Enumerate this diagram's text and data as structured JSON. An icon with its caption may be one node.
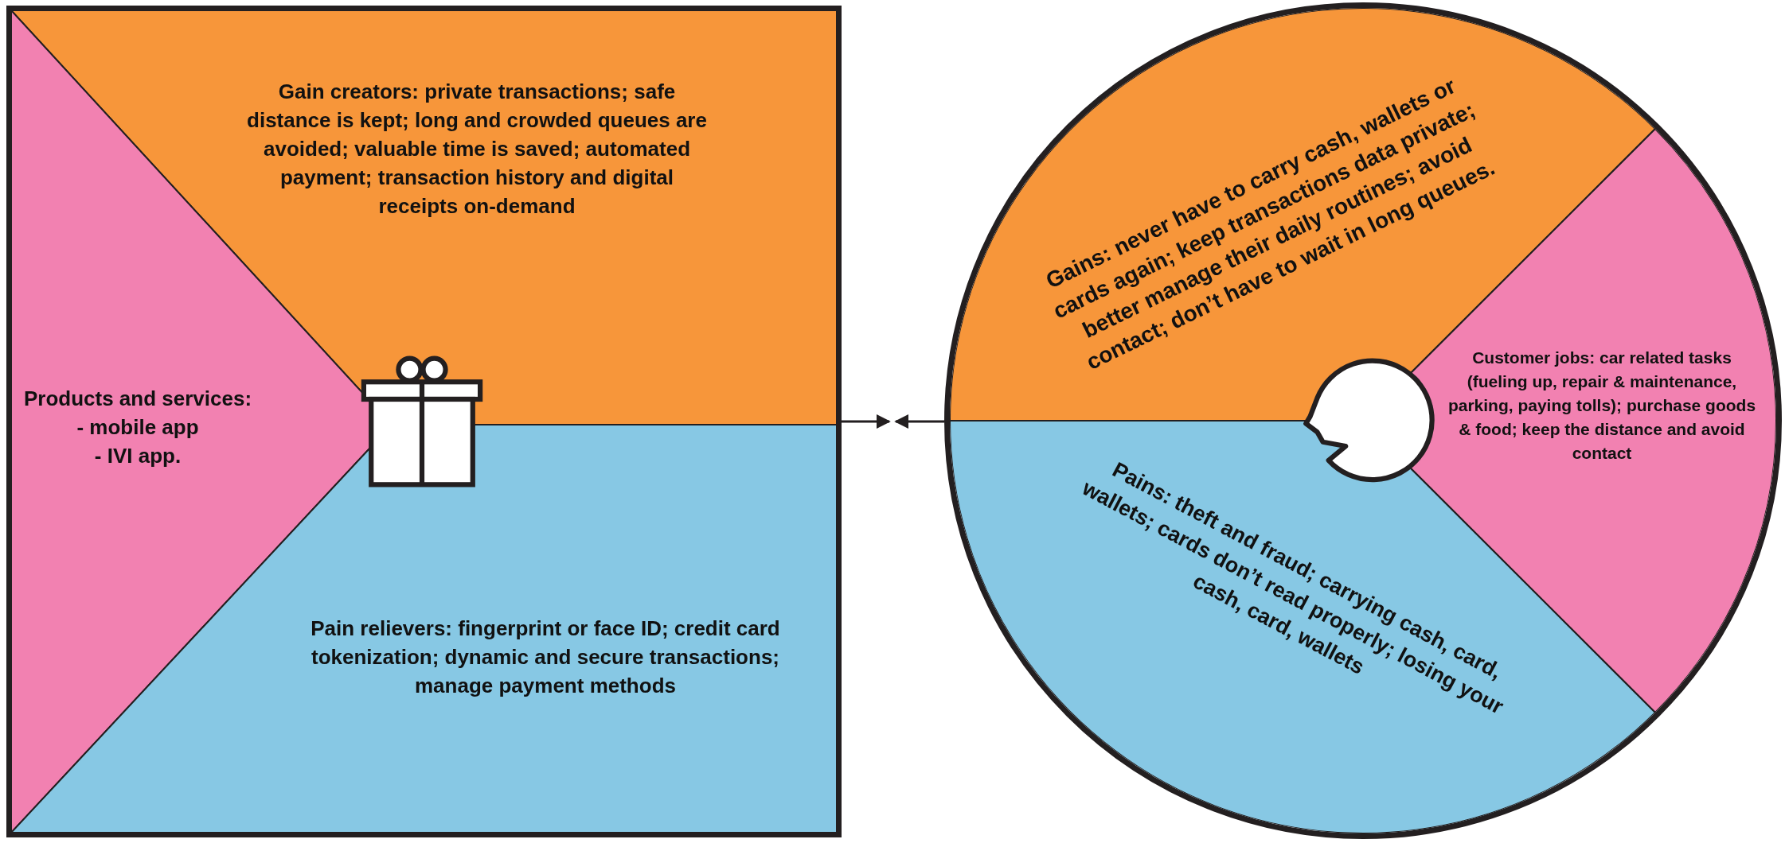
{
  "diagram": {
    "nodes": [
      {
        "text": [],
        "shape": "box"
      },
      {
        "text": [
          "Gain creators: private transactions; safe distance is kept; long and crowded queues are avoided; valuable time is saved; automated payment; transaction history and digital receipts on-demand"
        ],
        "in": 0
      },
      {
        "text": [
          "Products and services:",
          "- mobile app",
          "- IVI app."
        ],
        "in": 0
      },
      {
        "text": [
          "Pain relievers: fingerprint or face ID; credit card tokenization; dynamic and secure transactions; manage payment methods"
        ],
        "in": 0
      },
      {
        "text": [],
        "shape": "circle"
      },
      {
        "text": [
          "Gains: never have to carry cash, wallets or cards again; keep transactions data private; better manage their daily routines; avoid contact; don’t have to wait in long queues."
        ],
        "in": 4
      },
      {
        "text": [
          "Customer jobs: car related tasks (fueling up, repair & maintenance, parking, paying tolls); purchase goods & food; keep the distance and avoid contact"
        ],
        "in": 4
      },
      {
        "text": [
          "Pains: theft and fraud; carrying cash, card, wallets; cards don’t read properly; losing your cash, card, wallets"
        ],
        "in": 4
      }
    ],
    "edges": [
      {
        "from": 0,
        "to": null,
        "arrow": "to"
      },
      {
        "from": 4,
        "to": null,
        "arrow": "to"
      }
    ]
  }
}
